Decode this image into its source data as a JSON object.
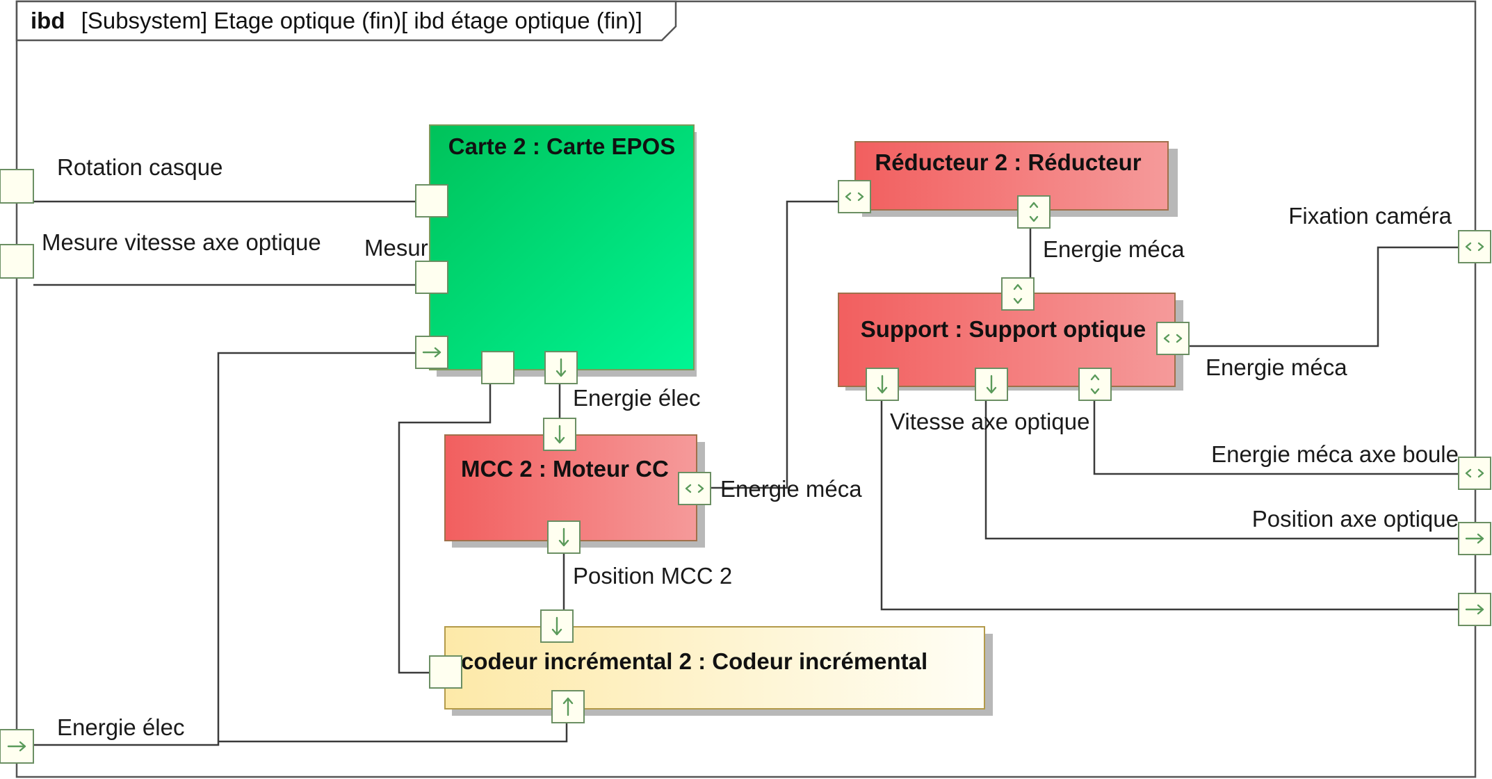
{
  "frame": {
    "keyword": "ibd",
    "title": "[Subsystem] Etage optique (fin)[ ibd étage optique (fin)]"
  },
  "blocks": {
    "carte": "Carte 2 : Carte EPOS",
    "reducteur": "Réducteur 2 : Réducteur",
    "support": "Support : Support optique",
    "mcc": "MCC 2 : Moteur CC",
    "codeur": "codeur incrémental 2 : Codeur incrémental"
  },
  "labels": {
    "rotation_casque": "Rotation casque",
    "mesure_vitesse": "Mesure vitesse axe optique",
    "mesur_truncated": "Mesur",
    "energie_elec_carte": "Energie élec",
    "energie_meca_mcc": "Energie méca",
    "position_mcc": "Position MCC 2",
    "energie_elec_frame": "Energie élec",
    "energie_meca_reducteur": "Energie méca",
    "fixation_camera": "Fixation caméra",
    "energie_meca_support": "Energie méca",
    "vitesse_axe_optique": "Vitesse axe optique",
    "energie_meca_axe_boule": "Energie méca axe boule",
    "position_axe_optique": "Position axe optique"
  },
  "colors": {
    "carte_gradient": [
      "#00c25a",
      "#00f594"
    ],
    "mcc_gradient": [
      "#f25f5f",
      "#f59a9a"
    ],
    "codeur_gradient": [
      "#fde9a8",
      "#fffef5"
    ],
    "port_fill": "#fffff0",
    "port_symbol": "#5a9a5a"
  }
}
